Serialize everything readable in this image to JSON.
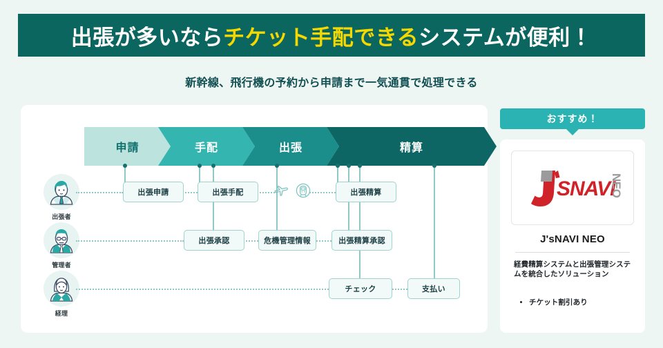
{
  "banner": {
    "part1": "出張が多いなら",
    "highlight": "チケット手配できる",
    "part2": "システムが便利！"
  },
  "subtitle": "新幹線、飛行機の予約から申請まで一気通貫で処理できる",
  "colors": {
    "page_bg": "#eef6f4",
    "banner_bg": "#0b6660",
    "banner_highlight": "#f5d800",
    "stage1": "#bde3df",
    "stage2": "#35b5b0",
    "stage3": "#1b8e8b",
    "stage4": "#0d6663",
    "badge": "#2bb2b2",
    "node_border": "#9ed3ce",
    "node_bg": "#f2faf9",
    "logo_red": "#cf2229",
    "logo_gray": "#9b9b9b"
  },
  "stages": [
    {
      "label": "申請"
    },
    {
      "label": "手配"
    },
    {
      "label": "出張"
    },
    {
      "label": "精算"
    }
  ],
  "roles": [
    {
      "label": "出張者",
      "icon": "male-employee-avatar"
    },
    {
      "label": "管理者",
      "icon": "manager-avatar"
    },
    {
      "label": "経理",
      "icon": "female-accountant-avatar"
    }
  ],
  "nodes": {
    "row1": [
      {
        "label": "出張申請"
      },
      {
        "label": "出張手配"
      },
      {
        "label": "出張精算"
      }
    ],
    "row2": [
      {
        "label": "出張承認"
      },
      {
        "label": "危機管理情報"
      },
      {
        "label": "出張精算承認"
      }
    ],
    "row3": [
      {
        "label": "チェック"
      },
      {
        "label": "支払い"
      }
    ]
  },
  "transport_icons": [
    {
      "name": "airplane-icon"
    },
    {
      "name": "train-icon"
    }
  ],
  "recommend": {
    "badge": "おすすめ！",
    "logo_main": "J'sNAVI",
    "logo_sub": "NEO",
    "title": "J'sNAVI NEO",
    "description": "経費精算システムと出張管理システムを統合したソリューション",
    "bullets": [
      "チケット割引あり"
    ]
  }
}
